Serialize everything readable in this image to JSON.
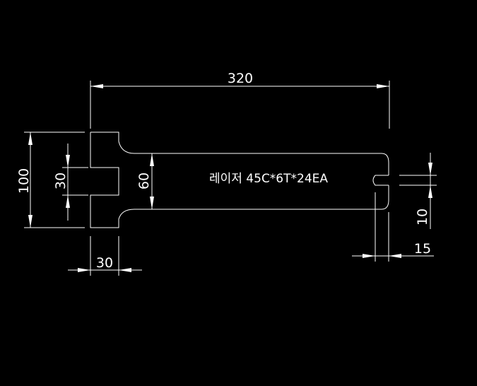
{
  "drawing": {
    "note": "레이저 45C*6T*24EA",
    "dims": {
      "overall_length": "320",
      "overall_height": "100",
      "slot_height": "30",
      "shank_height": "60",
      "head_width": "30",
      "end_notch": "10",
      "end_offset": "15"
    },
    "colors": {
      "background": "#000000",
      "line": "#ffffff"
    }
  }
}
